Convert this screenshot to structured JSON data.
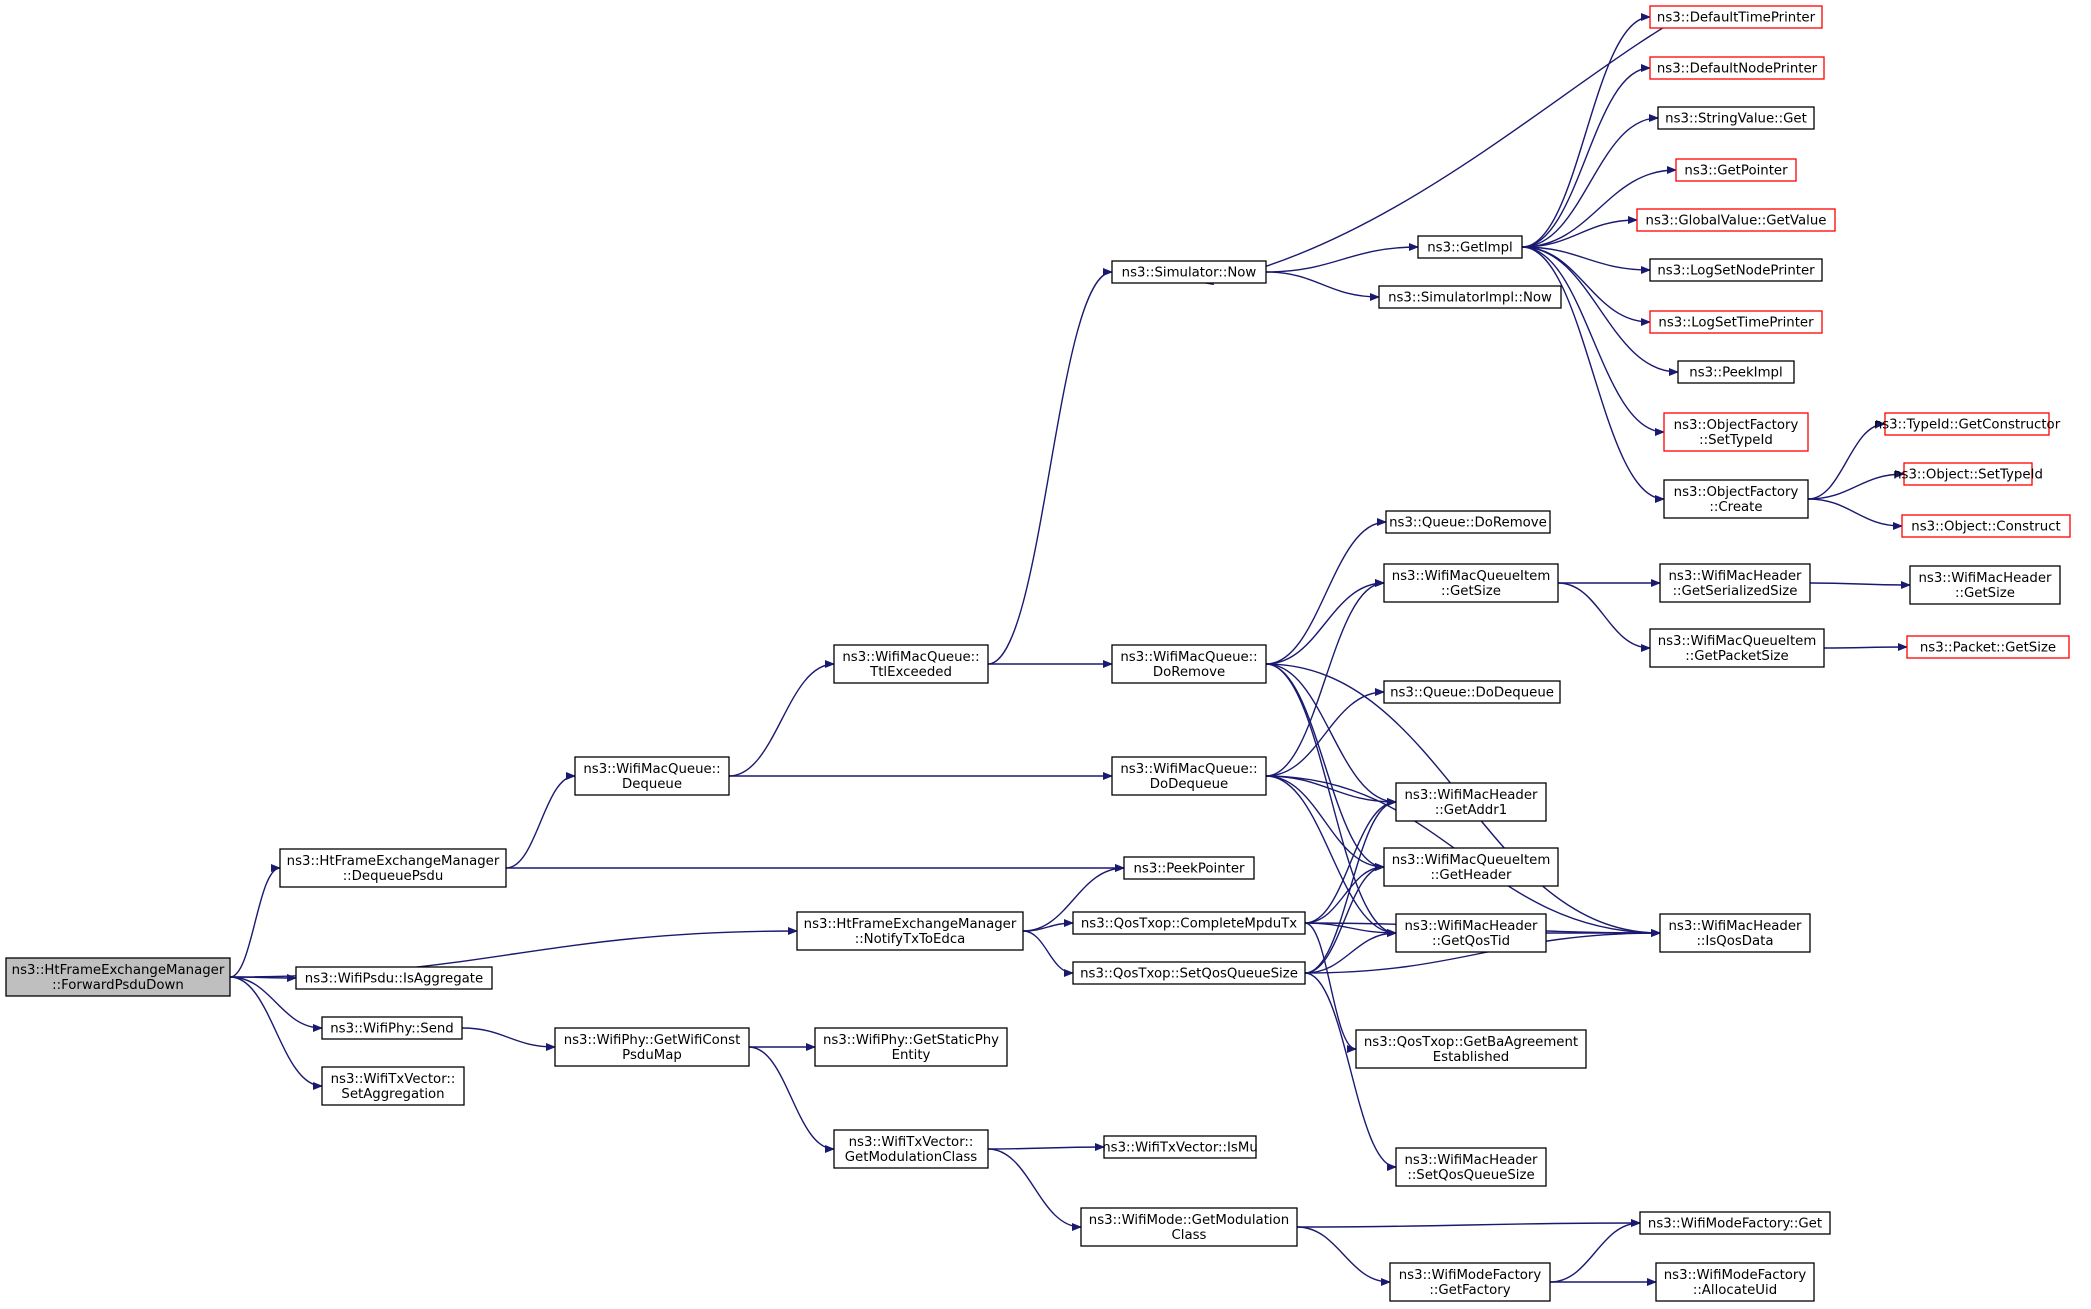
{
  "graph": {
    "colors": {
      "node_border": "#000000",
      "truncated_border": "#ff0000",
      "root_fill": "#bfbfbf",
      "node_fill": "#ffffff",
      "edge": "#191970"
    },
    "nodes": [
      {
        "id": "root",
        "lines": [
          "ns3::HtFrameExchangeManager",
          "::ForwardPsduDown"
        ],
        "style": "root"
      },
      {
        "id": "dequeuepsdu",
        "lines": [
          "ns3::HtFrameExchangeManager",
          "::DequeuePsdu"
        ],
        "style": "normal"
      },
      {
        "id": "notifytxtoedca",
        "lines": [
          "ns3::HtFrameExchangeManager",
          "::NotifyTxToEdca"
        ],
        "style": "normal"
      },
      {
        "id": "isaggregate",
        "lines": [
          "ns3::WifiPsdu::IsAggregate"
        ],
        "style": "normal"
      },
      {
        "id": "physend",
        "lines": [
          "ns3::WifiPhy::Send"
        ],
        "style": "normal"
      },
      {
        "id": "setaggregation",
        "lines": [
          "ns3::WifiTxVector::",
          "SetAggregation"
        ],
        "style": "normal"
      },
      {
        "id": "macqueuedequeue",
        "lines": [
          "ns3::WifiMacQueue::",
          "Dequeue"
        ],
        "style": "normal"
      },
      {
        "id": "ttlexceeded",
        "lines": [
          "ns3::WifiMacQueue::",
          "TtlExceeded"
        ],
        "style": "normal"
      },
      {
        "id": "simnow",
        "lines": [
          "ns3::Simulator::Now"
        ],
        "style": "normal"
      },
      {
        "id": "getimpl",
        "lines": [
          "ns3::GetImpl"
        ],
        "style": "normal"
      },
      {
        "id": "simimplnow",
        "lines": [
          "ns3::SimulatorImpl::Now"
        ],
        "style": "normal"
      },
      {
        "id": "defaulttimeprinter",
        "lines": [
          "ns3::DefaultTimePrinter"
        ],
        "style": "truncated"
      },
      {
        "id": "defaultnodeprinter",
        "lines": [
          "ns3::DefaultNodePrinter"
        ],
        "style": "truncated"
      },
      {
        "id": "stringvalueget",
        "lines": [
          "ns3::StringValue::Get"
        ],
        "style": "normal"
      },
      {
        "id": "getpointer",
        "lines": [
          "ns3::GetPointer"
        ],
        "style": "truncated"
      },
      {
        "id": "globalvalueget",
        "lines": [
          "ns3::GlobalValue::GetValue"
        ],
        "style": "truncated"
      },
      {
        "id": "logsetnodeprinter",
        "lines": [
          "ns3::LogSetNodePrinter"
        ],
        "style": "normal"
      },
      {
        "id": "logsettimeprinter",
        "lines": [
          "ns3::LogSetTimePrinter"
        ],
        "style": "truncated"
      },
      {
        "id": "peekimpl",
        "lines": [
          "ns3::PeekImpl"
        ],
        "style": "normal"
      },
      {
        "id": "ofsettypeid",
        "lines": [
          "ns3::ObjectFactory",
          "::SetTypeId"
        ],
        "style": "truncated"
      },
      {
        "id": "ofcreate",
        "lines": [
          "ns3::ObjectFactory",
          "::Create"
        ],
        "style": "normal"
      },
      {
        "id": "getconstructor",
        "lines": [
          "ns3::TypeId::GetConstructor"
        ],
        "style": "truncated"
      },
      {
        "id": "objsettypeid",
        "lines": [
          "ns3::Object::SetTypeId"
        ],
        "style": "truncated"
      },
      {
        "id": "objconstruct",
        "lines": [
          "ns3::Object::Construct"
        ],
        "style": "truncated"
      },
      {
        "id": "queuedoremove",
        "lines": [
          "ns3::Queue::DoRemove"
        ],
        "style": "normal"
      },
      {
        "id": "itemgetsize",
        "lines": [
          "ns3::WifiMacQueueItem",
          "::GetSize"
        ],
        "style": "normal"
      },
      {
        "id": "hdrgetserializedsize",
        "lines": [
          "ns3::WifiMacHeader",
          "::GetSerializedSize"
        ],
        "style": "normal"
      },
      {
        "id": "hdrgetsize",
        "lines": [
          "ns3::WifiMacHeader",
          "::GetSize"
        ],
        "style": "normal"
      },
      {
        "id": "itemgetpacketsize",
        "lines": [
          "ns3::WifiMacQueueItem",
          "::GetPacketSize"
        ],
        "style": "normal"
      },
      {
        "id": "packetgetsize",
        "lines": [
          "ns3::Packet::GetSize"
        ],
        "style": "truncated"
      },
      {
        "id": "macqueuedoremove",
        "lines": [
          "ns3::WifiMacQueue::",
          "DoRemove"
        ],
        "style": "normal"
      },
      {
        "id": "queuedodequeue",
        "lines": [
          "ns3::Queue::DoDequeue"
        ],
        "style": "normal"
      },
      {
        "id": "macqueuedodequeue",
        "lines": [
          "ns3::WifiMacQueue::",
          "DoDequeue"
        ],
        "style": "normal"
      },
      {
        "id": "getaddr1",
        "lines": [
          "ns3::WifiMacHeader",
          "::GetAddr1"
        ],
        "style": "normal"
      },
      {
        "id": "itemgetheader",
        "lines": [
          "ns3::WifiMacQueueItem",
          "::GetHeader"
        ],
        "style": "normal"
      },
      {
        "id": "peekpointer",
        "lines": [
          "ns3::PeekPointer"
        ],
        "style": "normal"
      },
      {
        "id": "completempdutx",
        "lines": [
          "ns3::QosTxop::CompleteMpduTx"
        ],
        "style": "normal"
      },
      {
        "id": "getqostid",
        "lines": [
          "ns3::WifiMacHeader",
          "::GetQosTid"
        ],
        "style": "normal"
      },
      {
        "id": "isqosdata",
        "lines": [
          "ns3::WifiMacHeader",
          "::IsQosData"
        ],
        "style": "normal"
      },
      {
        "id": "setqosqueuesize",
        "lines": [
          "ns3::QosTxop::SetQosQueueSize"
        ],
        "style": "normal"
      },
      {
        "id": "getbaagreement",
        "lines": [
          "ns3::QosTxop::GetBaAgreement",
          "Established"
        ],
        "style": "normal"
      },
      {
        "id": "hdrsetqosqueuesize",
        "lines": [
          "ns3::WifiMacHeader",
          "::SetQosQueueSize"
        ],
        "style": "normal"
      },
      {
        "id": "getwificonstpsdumap",
        "lines": [
          "ns3::WifiPhy::GetWifiConst",
          "PsduMap"
        ],
        "style": "normal"
      },
      {
        "id": "getstaticphyentity",
        "lines": [
          "ns3::WifiPhy::GetStaticPhy",
          "Entity"
        ],
        "style": "normal"
      },
      {
        "id": "txvgetmodulationclass",
        "lines": [
          "ns3::WifiTxVector::",
          "GetModulationClass"
        ],
        "style": "normal"
      },
      {
        "id": "txvismu",
        "lines": [
          "ns3::WifiTxVector::IsMu"
        ],
        "style": "normal"
      },
      {
        "id": "modegetmodulationclass",
        "lines": [
          "ns3::WifiMode::GetModulation",
          "Class"
        ],
        "style": "normal"
      },
      {
        "id": "modefactoryget",
        "lines": [
          "ns3::WifiModeFactory::Get"
        ],
        "style": "normal"
      },
      {
        "id": "modefactorygetfactory",
        "lines": [
          "ns3::WifiModeFactory",
          "::GetFactory"
        ],
        "style": "normal"
      },
      {
        "id": "allocateuid",
        "lines": [
          "ns3::WifiModeFactory",
          "::AllocateUid"
        ],
        "style": "normal"
      }
    ],
    "edges": [
      [
        "root",
        "dequeuepsdu"
      ],
      [
        "root",
        "notifytxtoedca"
      ],
      [
        "root",
        "isaggregate"
      ],
      [
        "root",
        "physend"
      ],
      [
        "root",
        "setaggregation"
      ],
      [
        "dequeuepsdu",
        "macqueuedequeue"
      ],
      [
        "dequeuepsdu",
        "peekpointer"
      ],
      [
        "macqueuedequeue",
        "ttlexceeded"
      ],
      [
        "macqueuedequeue",
        "macqueuedodequeue"
      ],
      [
        "ttlexceeded",
        "simnow"
      ],
      [
        "ttlexceeded",
        "macqueuedoremove"
      ],
      [
        "simnow",
        "getimpl"
      ],
      [
        "simnow",
        "simimplnow"
      ],
      [
        "getimpl",
        "defaulttimeprinter"
      ],
      [
        "getimpl",
        "defaultnodeprinter"
      ],
      [
        "getimpl",
        "stringvalueget"
      ],
      [
        "getimpl",
        "getpointer"
      ],
      [
        "getimpl",
        "globalvalueget"
      ],
      [
        "getimpl",
        "logsetnodeprinter"
      ],
      [
        "getimpl",
        "logsettimeprinter"
      ],
      [
        "getimpl",
        "peekimpl"
      ],
      [
        "getimpl",
        "ofsettypeid"
      ],
      [
        "getimpl",
        "ofcreate"
      ],
      [
        "defaulttimeprinter",
        "simnow"
      ],
      [
        "ofcreate",
        "getconstructor"
      ],
      [
        "ofcreate",
        "objsettypeid"
      ],
      [
        "ofcreate",
        "objconstruct"
      ],
      [
        "macqueuedoremove",
        "queuedoremove"
      ],
      [
        "macqueuedoremove",
        "itemgetsize"
      ],
      [
        "macqueuedoremove",
        "isqosdata"
      ],
      [
        "macqueuedoremove",
        "getaddr1"
      ],
      [
        "macqueuedoremove",
        "itemgetheader"
      ],
      [
        "macqueuedoremove",
        "getqostid"
      ],
      [
        "itemgetsize",
        "hdrgetserializedsize"
      ],
      [
        "itemgetsize",
        "itemgetpacketsize"
      ],
      [
        "hdrgetserializedsize",
        "hdrgetsize"
      ],
      [
        "itemgetpacketsize",
        "packetgetsize"
      ],
      [
        "macqueuedodequeue",
        "queuedodequeue"
      ],
      [
        "macqueuedodequeue",
        "itemgetsize"
      ],
      [
        "macqueuedodequeue",
        "isqosdata"
      ],
      [
        "macqueuedodequeue",
        "getaddr1"
      ],
      [
        "macqueuedodequeue",
        "itemgetheader"
      ],
      [
        "macqueuedodequeue",
        "getqostid"
      ],
      [
        "notifytxtoedca",
        "peekpointer"
      ],
      [
        "notifytxtoedca",
        "completempdutx"
      ],
      [
        "notifytxtoedca",
        "setqosqueuesize"
      ],
      [
        "completempdutx",
        "getaddr1"
      ],
      [
        "completempdutx",
        "itemgetheader"
      ],
      [
        "completempdutx",
        "getqostid"
      ],
      [
        "completempdutx",
        "isqosdata"
      ],
      [
        "completempdutx",
        "getbaagreement"
      ],
      [
        "setqosqueuesize",
        "getaddr1"
      ],
      [
        "setqosqueuesize",
        "itemgetheader"
      ],
      [
        "setqosqueuesize",
        "getqostid"
      ],
      [
        "setqosqueuesize",
        "isqosdata"
      ],
      [
        "setqosqueuesize",
        "hdrsetqosqueuesize"
      ],
      [
        "getqostid",
        "isqosdata"
      ],
      [
        "physend",
        "getwificonstpsdumap"
      ],
      [
        "getwificonstpsdumap",
        "getstaticphyentity"
      ],
      [
        "getwificonstpsdumap",
        "txvgetmodulationclass"
      ],
      [
        "txvgetmodulationclass",
        "txvismu"
      ],
      [
        "txvgetmodulationclass",
        "modegetmodulationclass"
      ],
      [
        "modegetmodulationclass",
        "modefactoryget"
      ],
      [
        "modegetmodulationclass",
        "modefactorygetfactory"
      ],
      [
        "modefactorygetfactory",
        "modefactoryget"
      ],
      [
        "modefactorygetfactory",
        "allocateuid"
      ]
    ]
  }
}
